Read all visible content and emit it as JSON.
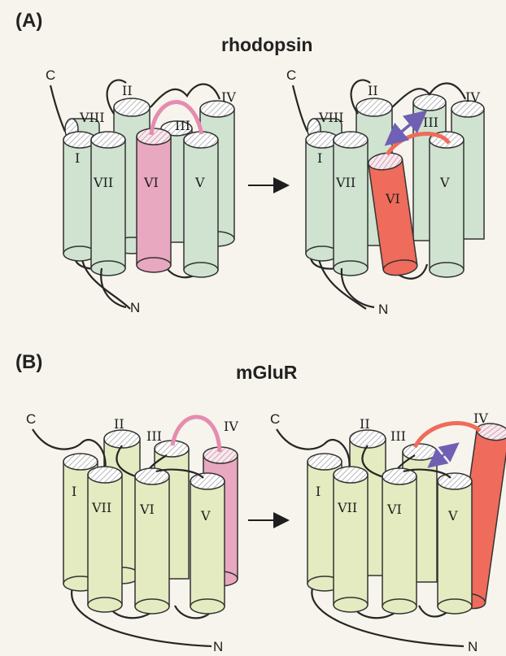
{
  "panel_a": {
    "label": "(A)",
    "title": "rhodopsin",
    "c_terminus": "C",
    "n_terminus": "N",
    "helices": [
      "I",
      "II",
      "III",
      "IV",
      "V",
      "VI",
      "VII",
      "VIII"
    ]
  },
  "panel_b": {
    "label": "(B)",
    "title": "mGluR",
    "c_terminus": "C",
    "n_terminus": "N",
    "helices": [
      "I",
      "II",
      "III",
      "IV",
      "V",
      "VI",
      "VII"
    ]
  },
  "colors": {
    "rhodopsin_helix": "#cfe3d0",
    "mglur_helix": "#e4ebc0",
    "inactive_moving_helix": "#e8a8bf",
    "active_moving_helix": "#ef6b5b",
    "motion_arrow": "#6f60b4",
    "loop": "#262626",
    "background": "#f6f4ec"
  },
  "icons": {
    "activation_arrow": "right-arrow-icon",
    "motion_arrow_a": "double-headed-arrow-icon",
    "motion_arrow_b": "dashed-double-headed-arrow-icon"
  }
}
